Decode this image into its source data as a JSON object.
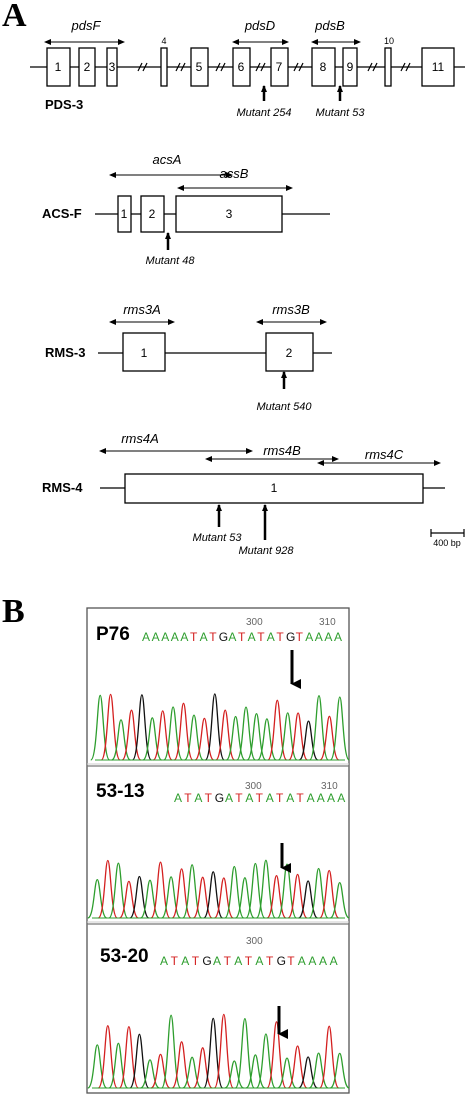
{
  "panel_a": {
    "letter": "A",
    "scale_bar": "400 bp",
    "genes": {
      "pds3": {
        "name": "PDS-3",
        "exons": [
          "1",
          "2",
          "3",
          "4",
          "5",
          "6",
          "7",
          "8",
          "9",
          "10",
          "11"
        ],
        "fragments": [
          "pdsF",
          "pdsD",
          "pdsB"
        ],
        "mutants": [
          "Mutant 254",
          "Mutant 53"
        ]
      },
      "acsf": {
        "name": "ACS-F",
        "exons": [
          "1",
          "2",
          "3"
        ],
        "fragments": [
          "acsA",
          "acsB"
        ],
        "mutants": [
          "Mutant 48"
        ]
      },
      "rms3": {
        "name": "RMS-3",
        "exons": [
          "1",
          "2"
        ],
        "fragments": [
          "rms3A",
          "rms3B"
        ],
        "mutants": [
          "Mutant 540"
        ]
      },
      "rms4": {
        "name": "RMS-4",
        "exons": [
          "1"
        ],
        "fragments": [
          "rms4A",
          "rms4B",
          "rms4C"
        ],
        "mutants": [
          "Mutant 53",
          "Mutant 928"
        ]
      }
    }
  },
  "panel_b": {
    "letter": "B",
    "traces": [
      {
        "label": "P76",
        "positions": [
          "300",
          "310"
        ],
        "sequence": "AAAAATATGATATATGTAAAA"
      },
      {
        "label": "53-13",
        "positions": [
          "300",
          "310"
        ],
        "sequence": "ATATGATATATATAAAA"
      },
      {
        "label": "53-20",
        "positions": [
          "300"
        ],
        "sequence": "ATATGATATATGTAAAA"
      }
    ],
    "base_colors": {
      "A": "#2e9e2e",
      "T": "#d42020",
      "G": "#111111",
      "C": "#2040c8"
    }
  }
}
